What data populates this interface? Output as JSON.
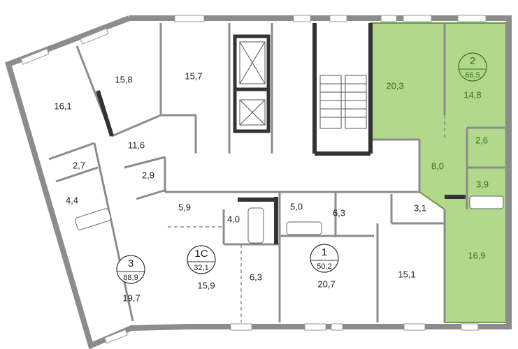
{
  "colors": {
    "highlight_fill": "#b2d88c",
    "highlight_wall": "#6a9a3e",
    "wall": "#8c8c8c",
    "structural": "#333333"
  },
  "apartments": [
    {
      "rooms_label": "3",
      "area": "88,9"
    },
    {
      "rooms_label": "1С",
      "area": "32,1"
    },
    {
      "rooms_label": "1",
      "area": "50,2"
    },
    {
      "rooms_label": "2",
      "area": "66,5",
      "highlighted": true
    }
  ],
  "rooms": {
    "r16_1": "16,1",
    "r15_8": "15,8",
    "r15_7": "15,7",
    "r11_6": "11,6",
    "r2_7": "2,7",
    "r2_9": "2,9",
    "r4_4": "4,4",
    "r19_7": "19,7",
    "r5_9": "5,9",
    "r4_0": "4,0",
    "r15_9": "15,9",
    "r6_3a": "6,3",
    "r5_0": "5,0",
    "r6_3b": "6,3",
    "r3_1": "3,1",
    "r20_7": "20,7",
    "r15_1": "15,1",
    "r20_3": "20,3",
    "r14_8": "14,8",
    "r2_6": "2,6",
    "r8_0": "8,0",
    "r3_9": "3,9",
    "r16_9": "16,9"
  }
}
